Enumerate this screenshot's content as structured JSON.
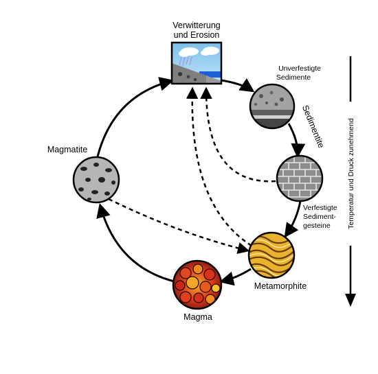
{
  "diagram": {
    "labels": {
      "weathering_line1": "Verwitterung",
      "weathering_line2": "und Erosion",
      "unconsolidated_line1": "Unverfestigte",
      "unconsolidated_line2": "Sedimente",
      "sedimentites": "Sedimentite",
      "consolidated_line1": "Verfestigte",
      "consolidated_line2": "Sediment-",
      "consolidated_line3": "gesteine",
      "magmatites": "Magmatite",
      "metamorphites": "Metamorphite",
      "magma": "Magma",
      "axis": "Temperatur und Druck zunehmend"
    },
    "colors": {
      "sky": "#8fc8ea",
      "water": "#1e5fd8",
      "rock_gray": "#9a9a9a",
      "brick": "#8c8c8c",
      "magma_red": "#d2321e",
      "magma_yellow": "#f4c22a",
      "meta_gold": "#e8b22c"
    }
  }
}
